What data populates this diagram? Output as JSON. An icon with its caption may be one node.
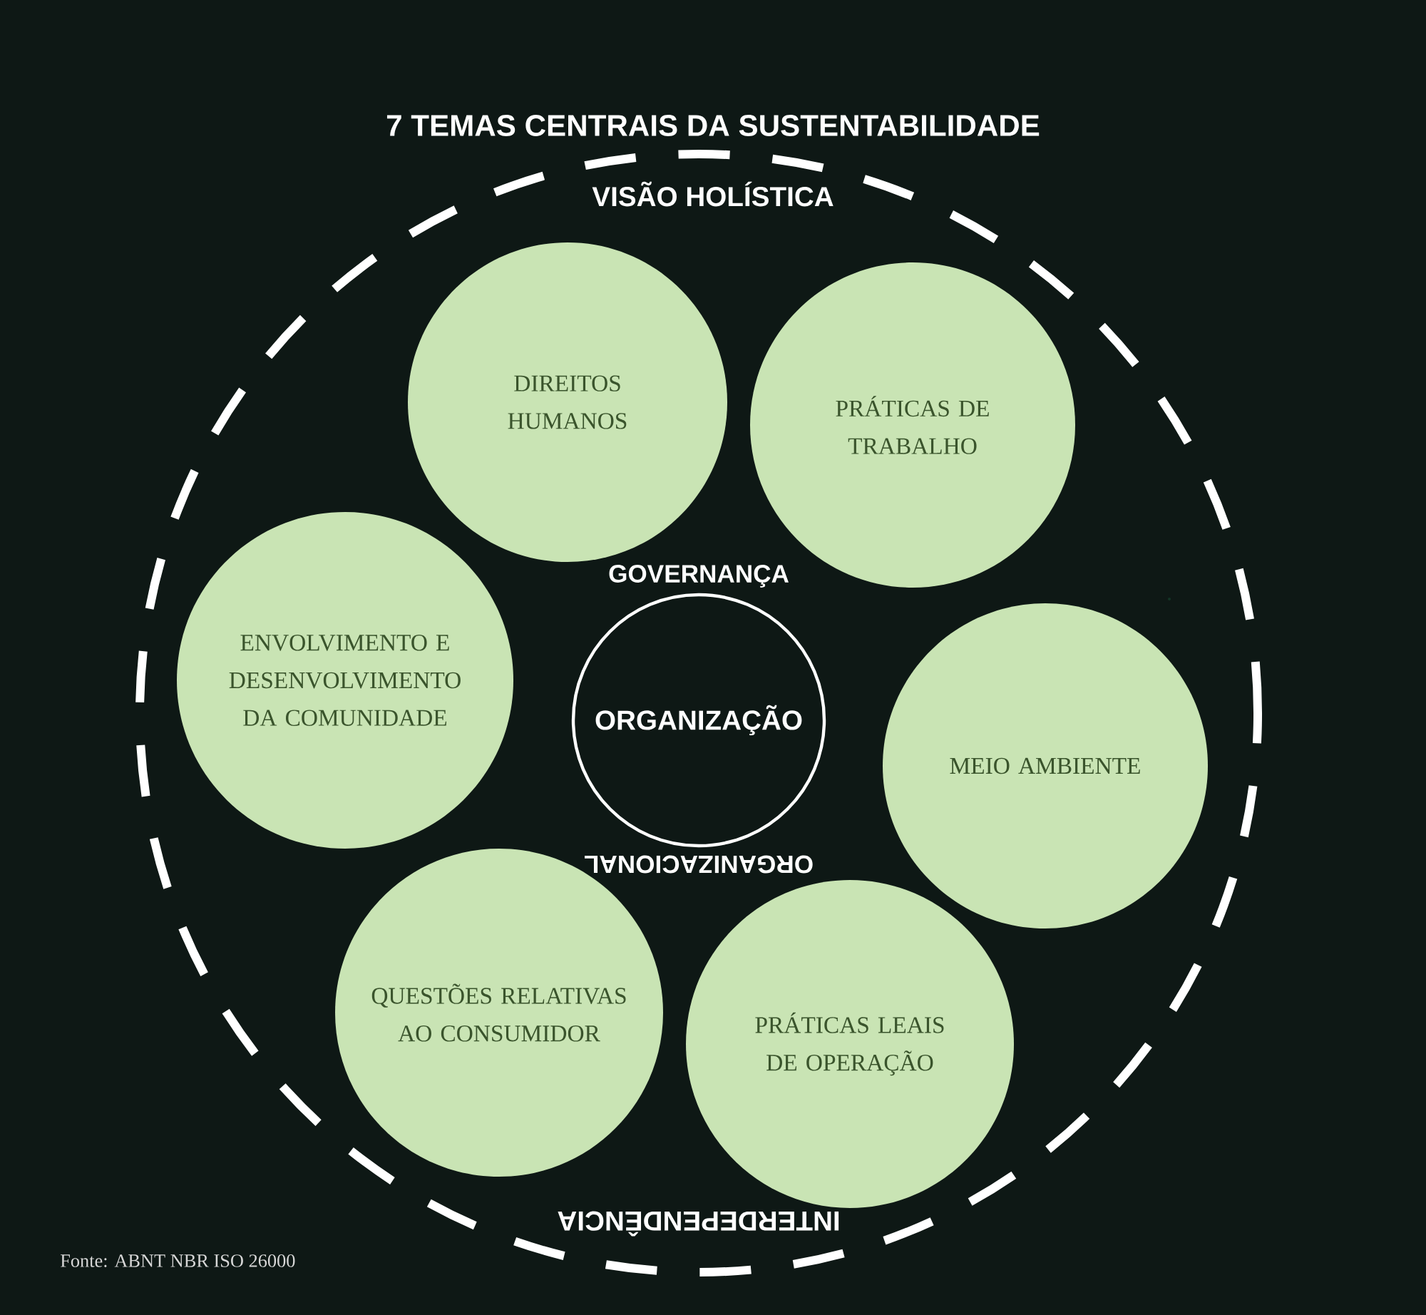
{
  "diagram": {
    "title": "7 TEMAS CENTRAIS DA SUSTENTABILIDADE",
    "nodes": [
      {
        "text": [],
        "shape": "circle"
      },
      {
        "text": [
          "DIREITOS HUMANOS"
        ],
        "in": 0
      },
      {
        "text": [
          "PRÁTICAS DE TRABALHO"
        ],
        "in": 0
      },
      {
        "text": [
          "ENVOLVIMENTO E DESENVOLVIMENTO DA COMUNIDADE"
        ],
        "in": 0
      },
      {
        "text": [
          "GOVERNANÇA",
          "ORGANIZAÇÃO",
          "ORGANIZACIONAL"
        ],
        "in": 0
      },
      {
        "text": [
          "MEIO AMBIENTE"
        ],
        "in": 0
      },
      {
        "text": [
          "QUESTÕES RELATIVAS AO CONSUMIDOR"
        ],
        "in": 0
      },
      {
        "text": [
          "PRÁTICAS LEAIS DE OPERAÇÃO"
        ],
        "in": 0
      }
    ],
    "edges": [],
    "labels": [
      "VISÃO HOLÍSTICA",
      "INTERDEPENDÊNCIA",
      "Fonte: ABNT NBR ISO 26000"
    ]
  }
}
